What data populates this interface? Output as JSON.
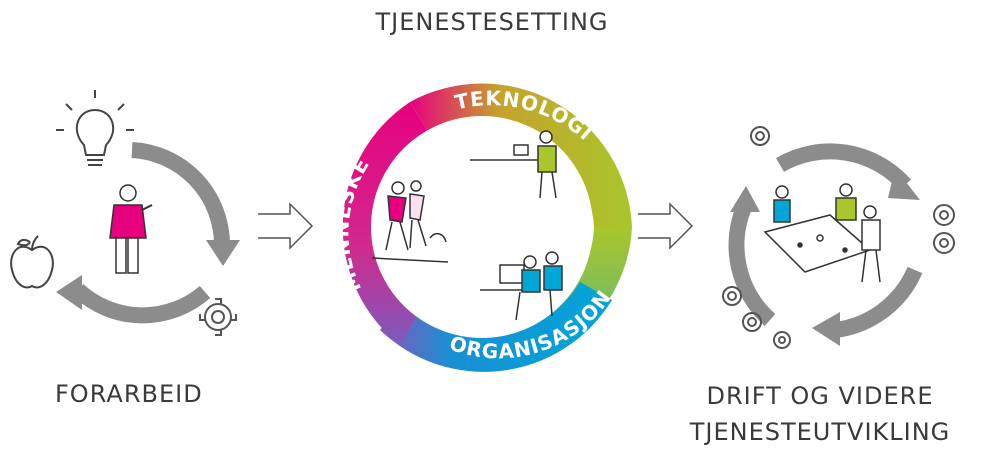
{
  "title": "TJENESTESETTING",
  "left_label": "FORARBEID",
  "right_label_line1": "DRIFT OG VIDERE",
  "right_label_line2": "TJENESTEUTVIKLING",
  "ring": {
    "top_right": "TEKNOLOGI",
    "left": "MENNESKE",
    "bottom": "ORGANISASJON"
  },
  "colors": {
    "magenta": "#e6007e",
    "lime": "#a9c62b",
    "cyan": "#00a6d6",
    "gray_arrow": "#8c8c8c"
  },
  "icons": [
    "lightbulb-icon",
    "apple-icon",
    "gear-icon",
    "arrow-right-icon"
  ]
}
